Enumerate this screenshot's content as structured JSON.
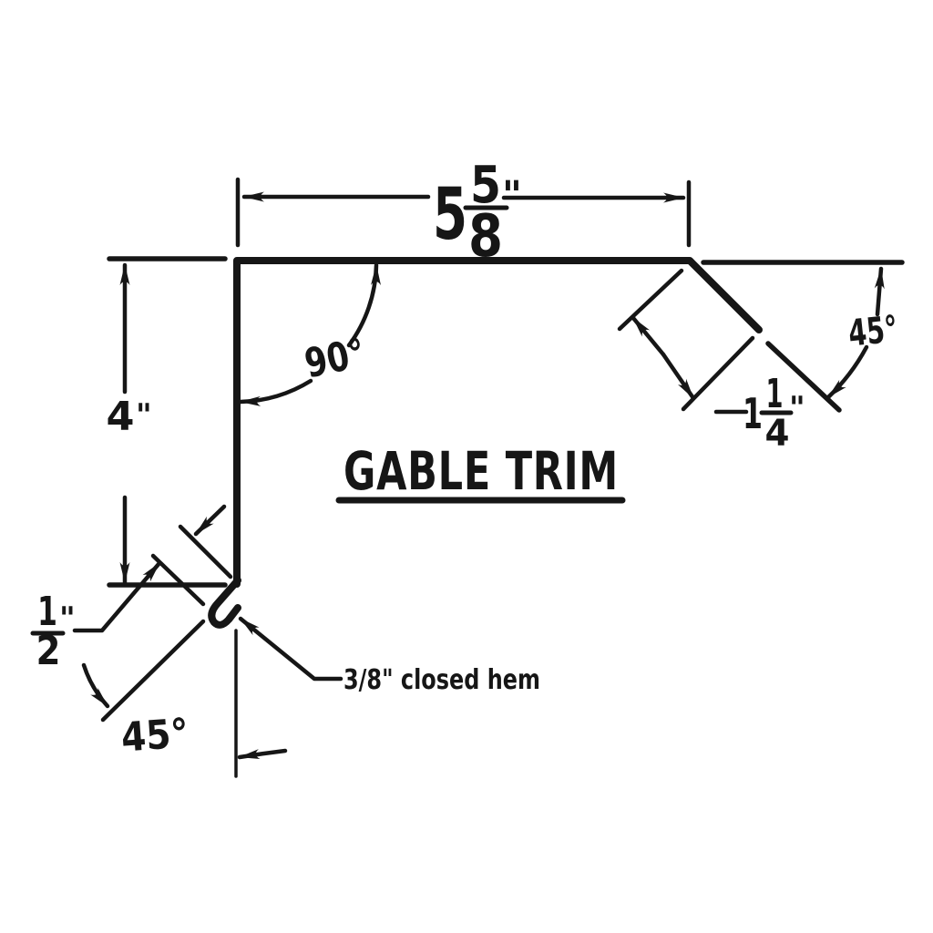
{
  "title": "GABLE TRIM",
  "colors": {
    "ink": "#161616",
    "paper": "#ffffff"
  },
  "dimensions": {
    "top_width": {
      "whole": "5",
      "numerator": "5",
      "denominator": "8",
      "unit": "\""
    },
    "left_height": {
      "whole": "4",
      "unit": "\""
    },
    "hem_leg": {
      "whole": "1",
      "numerator": "1",
      "denominator": "4",
      "unit": "\""
    },
    "kick": {
      "numerator": "1",
      "denominator": "2",
      "unit": "\""
    }
  },
  "angles": {
    "top_left_corner": "90°",
    "top_right_hem": "45°",
    "bottom_kick": "45°"
  },
  "annotations": {
    "hem_note": "3/8\" closed hem"
  }
}
